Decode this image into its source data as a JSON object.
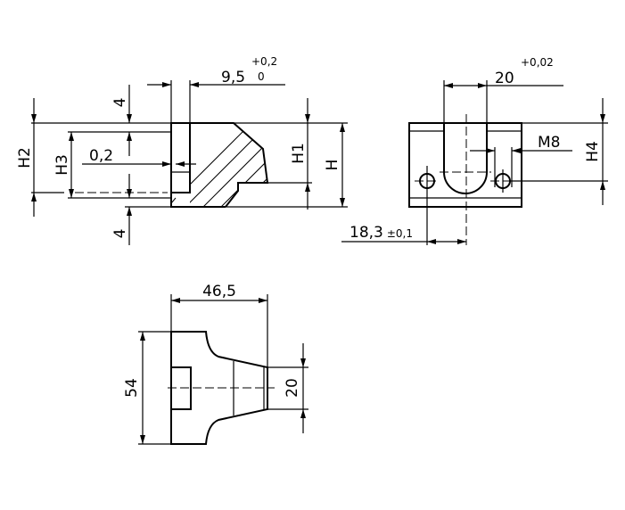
{
  "side_view": {
    "dim_width": "9,5",
    "tol_upper": "+0,2",
    "tol_lower": "0",
    "dim_top_offset": "4",
    "dim_bottom_offset": "4",
    "dim_gap": "0,2",
    "label_h1": "H1",
    "label_h": "H",
    "label_h2": "H2",
    "label_h3": "H3"
  },
  "front_view": {
    "dim_slot": "20",
    "tol_slot": "+0,02",
    "label_thread": "M8",
    "label_h4": "H4",
    "dim_offset": "18,3",
    "tol_offset": "±0,1"
  },
  "top_view": {
    "dim_length": "46,5",
    "dim_height": "54",
    "dim_tip": "20"
  }
}
